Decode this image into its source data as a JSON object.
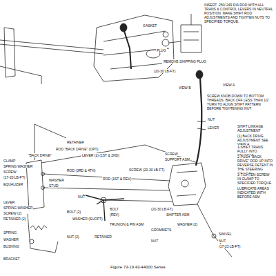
{
  "diagram": {
    "caption": "Figure 73-19 43-44000 Series",
    "labels": [
      "INSERT .250/.249 DIA ROD WITH ALL TRANS & CONTROL LEVERS IN NEUTRAL POSITION. MAKE SHIFT ROD ADJUSTMENTS AND TIGHTEN NUTS TO SPECIFIED TORQUE.",
      "GASKET",
      "PLUG",
      "REMOVE SHIPPING PLUG",
      "(20-30 LB-FT)",
      "VIEW B",
      "VIEW A",
      "SCREW KNOB DOWN TO BOTTOM THREADS. BACK OFF LESS THAN 1/2 TURN TO ALIGN SHIFT PATTERN BEFORE TIGHTENING NUT",
      "NUT",
      "LEVER",
      "SHIFT LINKAGE ADJUSTMENT",
      "(1) BACK DRIVE ADJUSTMENT SEE VIEW A",
      "1-SHIFT TRANS FULLY INTO REVERSE.",
      "2-PUSH \"BACK DRIVE\" ROD UP INTO REVERSE DETENT IN THE STEERING COLUMN.",
      "3-TIGHTEN SCREW IN CLAMP TO SPECIFIED TORQUE.",
      "LUBRICATE AREAS INDICATED WITH BEFORE ASM",
      "RETAINER",
      "ROD \"BACK DRIVE\" (OPT)",
      "LEVER (2) (1ST & 2ND)",
      "CLAMP",
      "SPRING WASHER",
      "SCREW",
      "(17-20 LB-FT)",
      "\"BACK DRIVE\"",
      "EQUALIZER",
      "ROD (3RD & 4TH)",
      "WASHER",
      "STUD",
      "ROD (1ST & REV)",
      "SCREW (20-30 LB-FT)",
      "LEVER",
      "SPRING WASHER",
      "SCREW (2)",
      "RETAINER (2)",
      "SPRING",
      "WASHER",
      "BUSHING",
      "BRACKET",
      "NUT",
      "BOLT (2)",
      "WASHER (SUOPT)",
      "BOLT",
      "(REV)",
      "TRUNION & PIN ASM",
      "NUT (2)",
      "RETAINER",
      "SCREW",
      "SUPPORT ASM",
      "(20-30 LB-FT)",
      "SHIFTER ASM",
      "WASHER (2)",
      "GROMMETS",
      "NUT",
      "SWIVEL",
      "NUT",
      "(17-23 LB-FT)"
    ]
  }
}
